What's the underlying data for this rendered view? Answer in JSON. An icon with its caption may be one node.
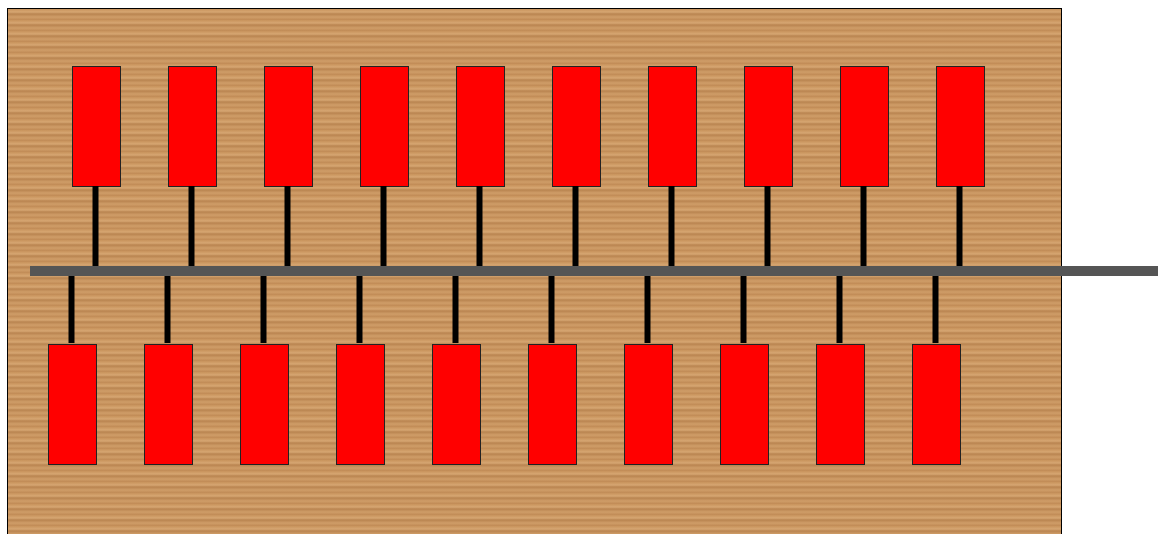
{
  "diagram": {
    "nodes": [
      {
        "text": [],
        "shape": "box"
      },
      {
        "text": [],
        "shape": "box",
        "in": 0
      },
      {
        "text": [],
        "shape": "box",
        "in": 0
      },
      {
        "text": [],
        "shape": "box",
        "in": 0
      },
      {
        "text": [],
        "shape": "box",
        "in": 0
      },
      {
        "text": [],
        "shape": "box",
        "in": 0
      },
      {
        "text": [],
        "shape": "box",
        "in": 0
      },
      {
        "text": [],
        "shape": "box",
        "in": 0
      },
      {
        "text": [],
        "shape": "box",
        "in": 0
      },
      {
        "text": [],
        "shape": "box",
        "in": 0
      },
      {
        "text": [],
        "shape": "box",
        "in": 0
      },
      {
        "text": [],
        "shape": "box",
        "in": 0
      },
      {
        "text": [],
        "shape": "box",
        "in": 0
      },
      {
        "text": [],
        "shape": "box",
        "in": 0
      },
      {
        "text": [],
        "shape": "box",
        "in": 0
      },
      {
        "text": [],
        "shape": "box",
        "in": 0
      },
      {
        "text": [],
        "shape": "box",
        "in": 0
      },
      {
        "text": [],
        "shape": "box",
        "in": 0
      },
      {
        "text": [],
        "shape": "box",
        "in": 0
      },
      {
        "text": [],
        "shape": "box",
        "in": 0
      },
      {
        "text": [],
        "shape": "box",
        "in": 0
      },
      {
        "text": [],
        "shape": "bar"
      }
    ],
    "edges": [
      {
        "from": 1,
        "to": 21,
        "arrow": "none"
      },
      {
        "from": 2,
        "to": 21,
        "arrow": "none"
      },
      {
        "from": 3,
        "to": 21,
        "arrow": "none"
      },
      {
        "from": 4,
        "to": 21,
        "arrow": "none"
      },
      {
        "from": 5,
        "to": 21,
        "arrow": "none"
      },
      {
        "from": 6,
        "to": 21,
        "arrow": "none"
      },
      {
        "from": 7,
        "to": 21,
        "arrow": "none"
      },
      {
        "from": 8,
        "to": 21,
        "arrow": "none"
      },
      {
        "from": 9,
        "to": 21,
        "arrow": "none"
      },
      {
        "from": 10,
        "to": 21,
        "arrow": "none"
      },
      {
        "from": 11,
        "to": 21,
        "arrow": "none"
      },
      {
        "from": 12,
        "to": 21,
        "arrow": "none"
      },
      {
        "from": 13,
        "to": 21,
        "arrow": "none"
      },
      {
        "from": 14,
        "to": 21,
        "arrow": "none"
      },
      {
        "from": 15,
        "to": 21,
        "arrow": "none"
      },
      {
        "from": 16,
        "to": 21,
        "arrow": "none"
      },
      {
        "from": 17,
        "to": 21,
        "arrow": "none"
      },
      {
        "from": 18,
        "to": 21,
        "arrow": "none"
      },
      {
        "from": 19,
        "to": 21,
        "arrow": "none"
      },
      {
        "from": 20,
        "to": 21,
        "arrow": "none"
      }
    ]
  }
}
